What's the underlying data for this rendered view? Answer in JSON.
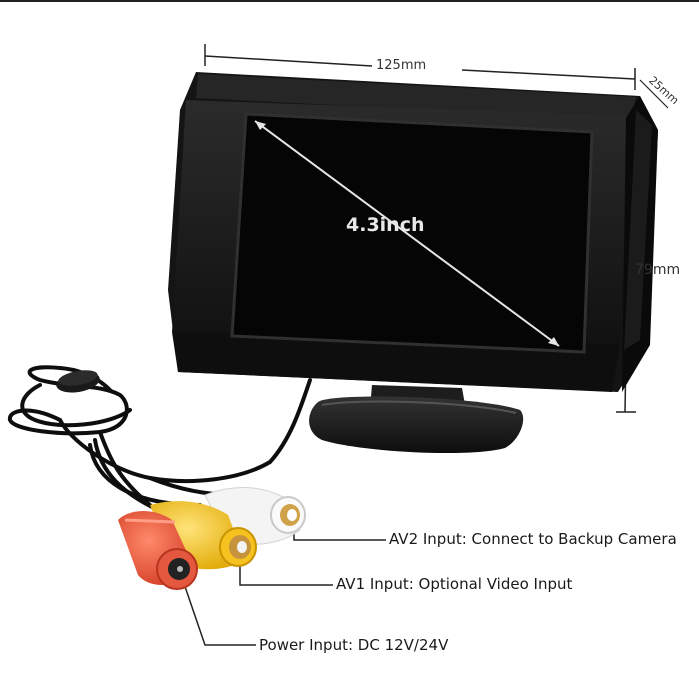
{
  "dimensions": {
    "width": "125mm",
    "height": "79mm",
    "depth": "25mm",
    "diagonal": "4.3inch"
  },
  "callouts": {
    "av2": "AV2 Input: Connect to Backup Camera",
    "av1": "AV1 Input: Optional Video Input",
    "power": "Power Input: DC 12V/24V"
  },
  "colors": {
    "monitor": "#1b1b1b",
    "screen": "#050505",
    "connector_white": "#f2f2f2",
    "connector_yellow": "#f3c51b",
    "connector_red": "#e2553e"
  }
}
